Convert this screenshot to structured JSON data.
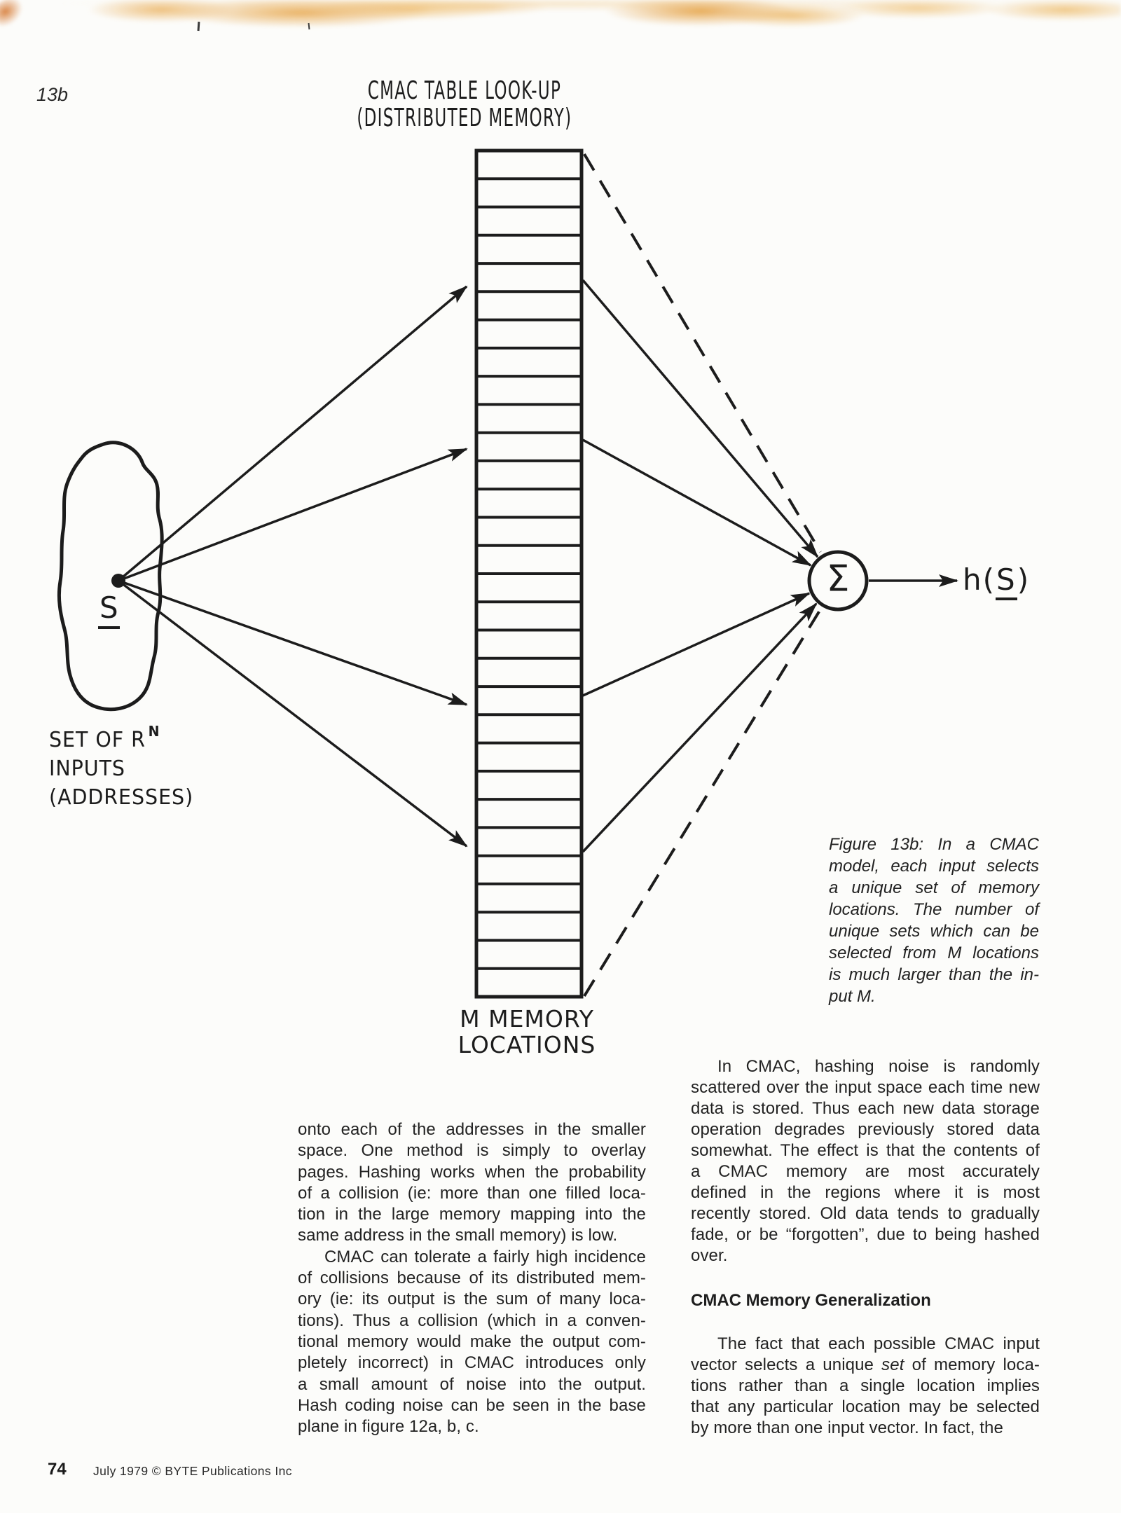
{
  "page": {
    "figure_label": "13b",
    "footer": {
      "page_number": "74",
      "credit": "July 1979 © BYTE Publications Inc"
    }
  },
  "diagram": {
    "title_line1": "CMAC TABLE LOOK-UP",
    "title_line2": "(DISTRIBUTED MEMORY)",
    "input_set": {
      "line1": "SET OF R",
      "sup": "N",
      "line2": "INPUTS",
      "line3": "(ADDRESSES)"
    },
    "input_point_label": "S",
    "sum_symbol": "Σ",
    "output": {
      "pre": "h(",
      "s": "S",
      "post": ")"
    },
    "memory_label_line1": "M MEMORY",
    "memory_label_line2": "LOCATIONS",
    "memory_rows": 30,
    "ink_color": "#1c1c1c"
  },
  "caption": {
    "lines": [
      "Figure 13b: In a CMAC",
      "model, each input selects",
      "a unique set of memory",
      "locations. The number of",
      "unique sets which can be",
      "selected from M locations",
      "is much larger than the in-",
      "put M."
    ]
  },
  "body": {
    "left": {
      "para1": [
        "onto each of the addresses in the smaller",
        "space. One method is simply to overlay",
        "pages. Hashing works when the probability",
        "of a collision (ie: more than one filled loca-",
        "tion in the large memory mapping into the",
        "same address in the small memory) is low."
      ],
      "para2": [
        "CMAC can tolerate a fairly high incidence",
        "of collisions because of its distributed mem-",
        "ory (ie: its output is the sum of many loca-",
        "tions). Thus a collision (which in a conven-",
        "tional memory would make the output com-",
        "pletely incorrect) in CMAC introduces only",
        "a small amount of noise into the output.",
        "Hash coding noise can be seen in the base",
        "plane in figure 12a, b, c."
      ]
    },
    "right": {
      "para1": [
        "In CMAC, hashing noise is randomly",
        "scattered over the input space each time new",
        "data is stored. Thus each new data storage",
        "operation degrades previously stored data",
        "somewhat. The effect is that the contents of",
        "a CMAC memory are most accurately",
        "defined in the regions where it is most",
        "recently stored. Old data tends to gradually",
        "fade, or be “forgotten”, due to being hashed",
        "over."
      ],
      "heading": "CMAC Memory Generalization",
      "para2": [
        "The fact that each possible CMAC input",
        {
          "pre": "vector selects a unique ",
          "em": "set",
          "post": " of memory loca-"
        },
        "tions rather than a single location implies",
        "that any particular location may be selected",
        "by more than one input vector. In fact, the"
      ]
    }
  }
}
